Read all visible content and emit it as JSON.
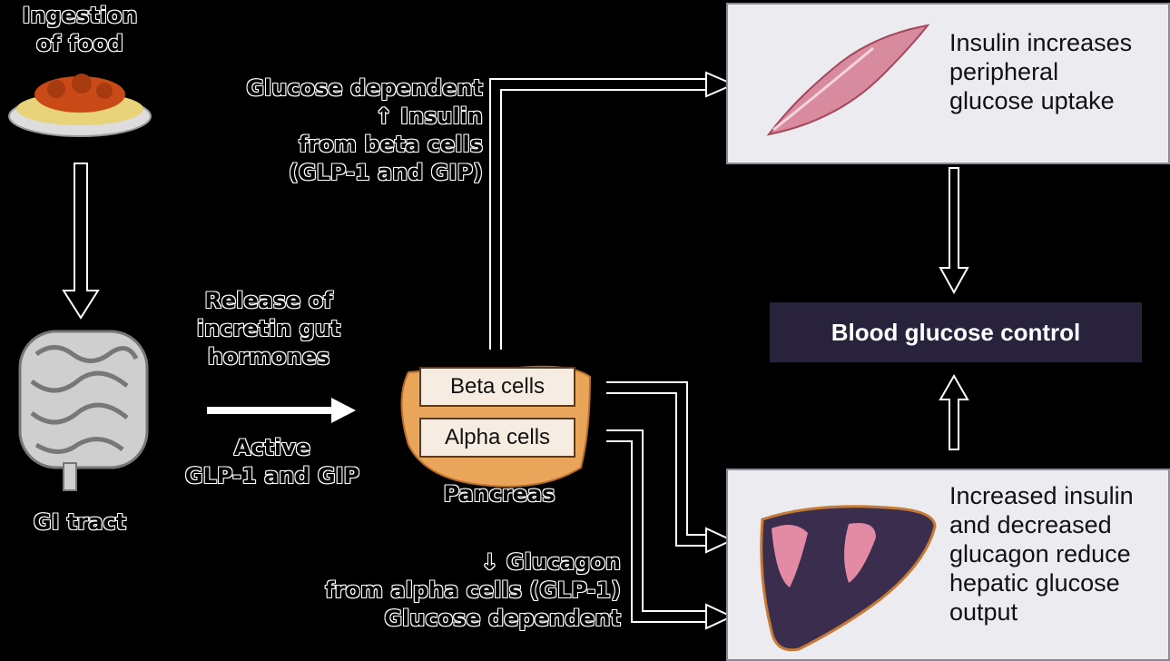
{
  "food": {
    "line1": "Ingestion",
    "line2": "of food"
  },
  "gi_tract": {
    "label": "GI tract"
  },
  "release": {
    "line1": "Release of",
    "line2": "incretin gut",
    "line3": "hormones"
  },
  "active": {
    "line1": "Active",
    "line2": "GLP-1 and GIP"
  },
  "insulin_path": {
    "line1": "Glucose dependent",
    "line2": "↑ Insulin",
    "line3": "from beta cells",
    "line4": "(GLP-1 and GIP)"
  },
  "glucagon_path": {
    "line1": "↓ Glucagon",
    "line2": "from alpha cells (GLP-1)",
    "line3": "Glucose dependent"
  },
  "pancreas": {
    "label": "Pancreas",
    "beta": "Beta cells",
    "alpha": "Alpha cells"
  },
  "muscle_panel": {
    "line1": "Insulin increases",
    "line2": "peripheral",
    "line3": "glucose uptake"
  },
  "liver_panel": {
    "line1": "Increased insulin",
    "line2": "and decreased",
    "line3": "glucagon reduce",
    "line4": "hepatic glucose",
    "line5": "output"
  },
  "center_box": {
    "label": "Blood glucose control"
  },
  "colors": {
    "panel_bg": "#ecebf0",
    "box_bg": "#28223d",
    "pancreas": "#e9a55a",
    "muscle": "#d88a9e",
    "liver": "#3a2d4d"
  }
}
